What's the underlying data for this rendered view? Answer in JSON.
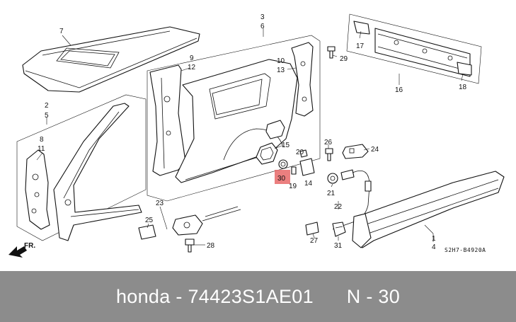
{
  "diagram": {
    "callouts": {
      "c1": "1",
      "c2": "2",
      "c3": "3",
      "c4": "4",
      "c5": "5",
      "c6": "6",
      "c7": "7",
      "c8": "8",
      "c9": "9",
      "c10": "10",
      "c11": "11",
      "c12": "12",
      "c13": "13",
      "c14": "14",
      "c15": "15",
      "c16": "16",
      "c17": "17",
      "c18": "18",
      "c19": "19",
      "c20": "20",
      "c21": "21",
      "c22": "22",
      "c23": "23",
      "c24": "24",
      "c25": "25",
      "c26": "26",
      "c27": "27",
      "c28": "28",
      "c29": "29",
      "c30": "30",
      "c31": "31"
    },
    "fr_label": "FR.",
    "diagram_code": "S2H7-B4920A",
    "highlighted_part": "30",
    "highlight_color": "#e86868"
  },
  "footer": {
    "brand": "honda",
    "separator": " - ",
    "part_number": "74423S1AE01",
    "ref_prefix": "N - ",
    "ref_number": "30",
    "background": "#8c8c8c"
  }
}
